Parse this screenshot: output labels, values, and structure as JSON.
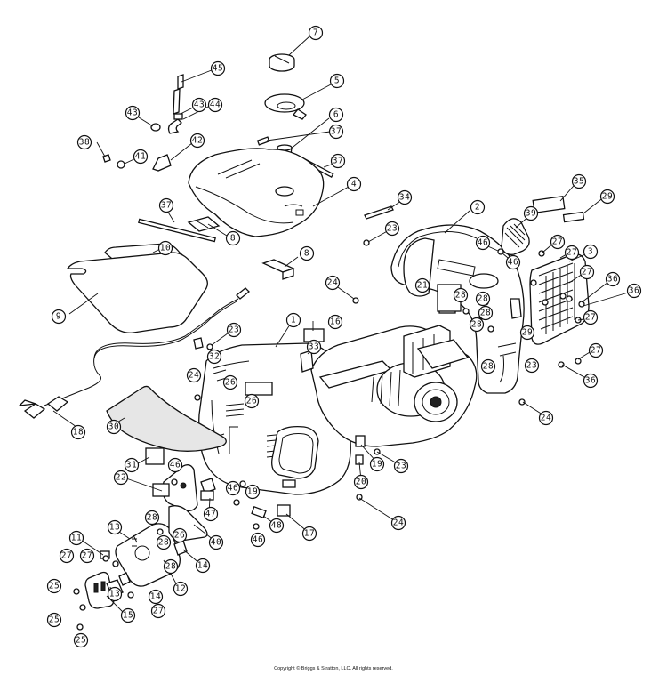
{
  "copyright": "Copyright © Briggs & Stratton, LLC. All rights reserved.",
  "callouts": {
    "c1": "1",
    "c2": "2",
    "c3": "3",
    "c4": "4",
    "c5": "5",
    "c6": "6",
    "c7": "7",
    "c8a": "8",
    "c8b": "8",
    "c9": "9",
    "c10": "10",
    "c11": "11",
    "c12": "12",
    "c13a": "13",
    "c13b": "13",
    "c14a": "14",
    "c14b": "14",
    "c15": "15",
    "c16": "16",
    "c17": "17",
    "c18": "18",
    "c19a": "19",
    "c19b": "19",
    "c20": "20",
    "c21": "21",
    "c22": "22",
    "c23a": "23",
    "c23b": "23",
    "c23c": "23",
    "c23d": "23",
    "c24a": "24",
    "c24b": "24",
    "c24c": "24",
    "c24d": "24",
    "c25a": "25",
    "c25b": "25",
    "c25c": "25",
    "c26a": "26",
    "c26b": "26",
    "c26c": "26",
    "c27a": "27",
    "c27b": "27",
    "c27c": "27",
    "c27d": "27",
    "c27e": "27",
    "c27f": "27",
    "c27g": "27",
    "c27h": "27",
    "c28a": "28",
    "c28b": "28",
    "c28c": "28",
    "c28d": "28",
    "c28e": "28",
    "c28f": "28",
    "c28g": "28",
    "c28h": "28",
    "c29a": "29",
    "c29b": "29",
    "c30": "30",
    "c31": "31",
    "c32": "32",
    "c33": "33",
    "c34": "34",
    "c35": "35",
    "c36a": "36",
    "c36b": "36",
    "c36c": "36",
    "c37a": "37",
    "c37b": "37",
    "c37c": "37",
    "c38": "38",
    "c39": "39",
    "c40": "40",
    "c41": "41",
    "c42": "42",
    "c43a": "43",
    "c43b": "43",
    "c44": "44",
    "c45": "45",
    "c46a": "46",
    "c46b": "46",
    "c46c": "46",
    "c46d": "46",
    "c46e": "46",
    "c47": "47",
    "c48": "48"
  }
}
